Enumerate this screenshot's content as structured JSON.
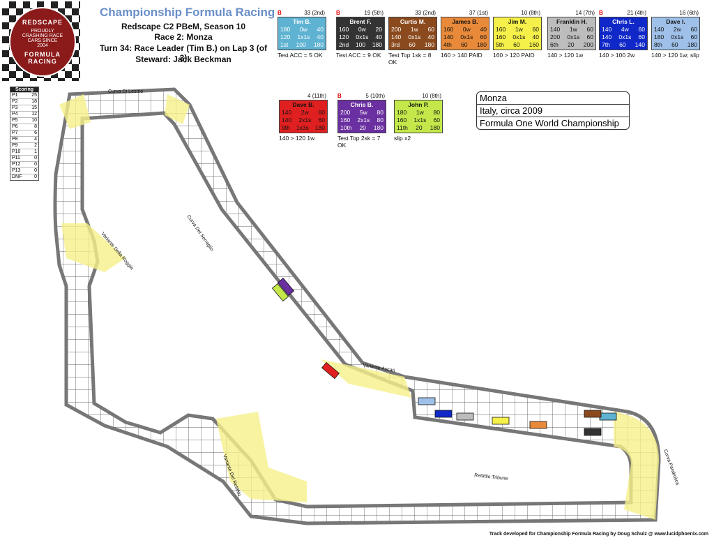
{
  "header": {
    "title": "Championship Formula Racing",
    "league": "Redscape C2 PBeM, Season 10",
    "race": "Race 2: Monza",
    "turn": "Turn 34: Race Leader (Tim B.) on Lap 3 (of 3)",
    "steward": "Steward: Jack Beckman"
  },
  "logo": {
    "top": "REDSCAPE",
    "middle": "PROUDLY CRASHING RACE CARS SINCE 2004",
    "bottom": "FORMULA RACING"
  },
  "cards": [
    {
      "flag": "B",
      "points": "33 (2nd)",
      "name": "Tim B.",
      "color": "#5fb3d2",
      "text": "#ffffff",
      "rows": [
        [
          "180",
          "0w",
          "40"
        ],
        [
          "120",
          "1x1s",
          "40"
        ],
        [
          "1st",
          "100",
          "180"
        ]
      ],
      "note": "Test ACC = 5 OK"
    },
    {
      "flag": "B",
      "points": "19 (5th)",
      "name": "Brent F.",
      "color": "#333333",
      "text": "#ffffff",
      "rows": [
        [
          "160",
          "0w",
          "20"
        ],
        [
          "120",
          "0x1s",
          "40"
        ],
        [
          "2nd",
          "100",
          "180"
        ]
      ],
      "note": "Test ACC = 9 OK"
    },
    {
      "flag": "",
      "points": "33 (2nd)",
      "name": "Curtis M.",
      "color": "#8b4a1d",
      "text": "#ffffff",
      "rows": [
        [
          "200",
          "1w",
          "60"
        ],
        [
          "140",
          "0x1s",
          "40"
        ],
        [
          "3rd",
          "60",
          "180"
        ]
      ],
      "note": "Test Top 1sk = 8 OK"
    },
    {
      "flag": "",
      "points": "37 (1st)",
      "name": "James B.",
      "color": "#e88a3a",
      "text": "#111111",
      "rows": [
        [
          "160",
          "0w",
          "40"
        ],
        [
          "140",
          "0x1s",
          "60"
        ],
        [
          "4th",
          "60",
          "180"
        ]
      ],
      "note": "160 > 140 PAID"
    },
    {
      "flag": "",
      "points": "10 (8th)",
      "name": "Jim M.",
      "color": "#f5f04a",
      "text": "#111111",
      "rows": [
        [
          "160",
          "1w",
          "60"
        ],
        [
          "160",
          "0x1s",
          "40"
        ],
        [
          "5th",
          "60",
          "160"
        ]
      ],
      "note": "160 > 120 PAID"
    },
    {
      "flag": "",
      "points": "14 (7th)",
      "name": "Franklin H.",
      "color": "#bdbdbd",
      "text": "#111111",
      "rows": [
        [
          "140",
          "1w",
          "60"
        ],
        [
          "200",
          "0x1s",
          "60"
        ],
        [
          "6th",
          "20",
          "200"
        ]
      ],
      "note": "140 > 120 1w"
    },
    {
      "flag": "B",
      "points": "21 (4th)",
      "name": "Chris L.",
      "color": "#1028c8",
      "text": "#ffffff",
      "rows": [
        [
          "140",
          "4w",
          "60"
        ],
        [
          "140",
          "0x1s",
          "60"
        ],
        [
          "7th",
          "60",
          "140"
        ]
      ],
      "note": "140 > 100 2w"
    },
    {
      "flag": "",
      "points": "16 (6th)",
      "name": "Dave I.",
      "color": "#9fc0e8",
      "text": "#111111",
      "rows": [
        [
          "140",
          "2w",
          "60"
        ],
        [
          "180",
          "0x1s",
          "60"
        ],
        [
          "8th",
          "60",
          "180"
        ]
      ],
      "note": "140 > 120 1w; slip"
    },
    {
      "flag": "",
      "points": "4 (11th)",
      "name": "Dave B.",
      "color": "#e02020",
      "text": "#111111",
      "rows": [
        [
          "140",
          "2w",
          "60"
        ],
        [
          "140",
          "2x1s",
          "60"
        ],
        [
          "9th",
          "1x3s",
          "180"
        ]
      ],
      "note": "140 > 120 1w"
    },
    {
      "flag": "B",
      "points": "5 (10th)",
      "name": "Chris B.",
      "color": "#6a2fa0",
      "text": "#ffffff",
      "rows": [
        [
          "200",
          "5w",
          "80"
        ],
        [
          "160",
          "2x1s",
          "80"
        ],
        [
          "10th",
          "20",
          "180"
        ]
      ],
      "note": "Test Top 2sk = 7 OK"
    },
    {
      "flag": "",
      "points": "10 (8th)",
      "name": "John P.",
      "color": "#c4e84a",
      "text": "#111111",
      "rows": [
        [
          "180",
          "1w",
          "80"
        ],
        [
          "160",
          "1x1s",
          "60"
        ],
        [
          "11th",
          "20",
          "180"
        ]
      ],
      "note": "slip x2"
    }
  ],
  "scoring": {
    "title": "Scoring",
    "rows": [
      [
        "P1",
        "25"
      ],
      [
        "P2",
        "18"
      ],
      [
        "P3",
        "15"
      ],
      [
        "P4",
        "12"
      ],
      [
        "P5",
        "10"
      ],
      [
        "P6",
        "8"
      ],
      [
        "P7",
        "6"
      ],
      [
        "P8",
        "4"
      ],
      [
        "P9",
        "2"
      ],
      [
        "P10",
        "1"
      ],
      [
        "P11",
        "0"
      ],
      [
        "P12",
        "0"
      ],
      [
        "P13",
        "0"
      ],
      [
        "DNF",
        "0"
      ]
    ]
  },
  "info": {
    "track": "Monza",
    "location": "Italy, circa 2009",
    "series": "Formula One World Championship"
  },
  "track_labels": {
    "lesmo": "Curva Di Lesmo",
    "roggia": "Variante Della Roggia",
    "serraglio": "Curva Del Serraglio",
    "ascari": "Variante Ascari",
    "parabolica": "Curva Parabolica",
    "rettifilo": "Variante Del Rettifilo",
    "tribune": "Rettifilo Tribune"
  },
  "credit": "Track developed for Championship Formula Racing by Doug Schulz @ www.lucidphoenix.com"
}
